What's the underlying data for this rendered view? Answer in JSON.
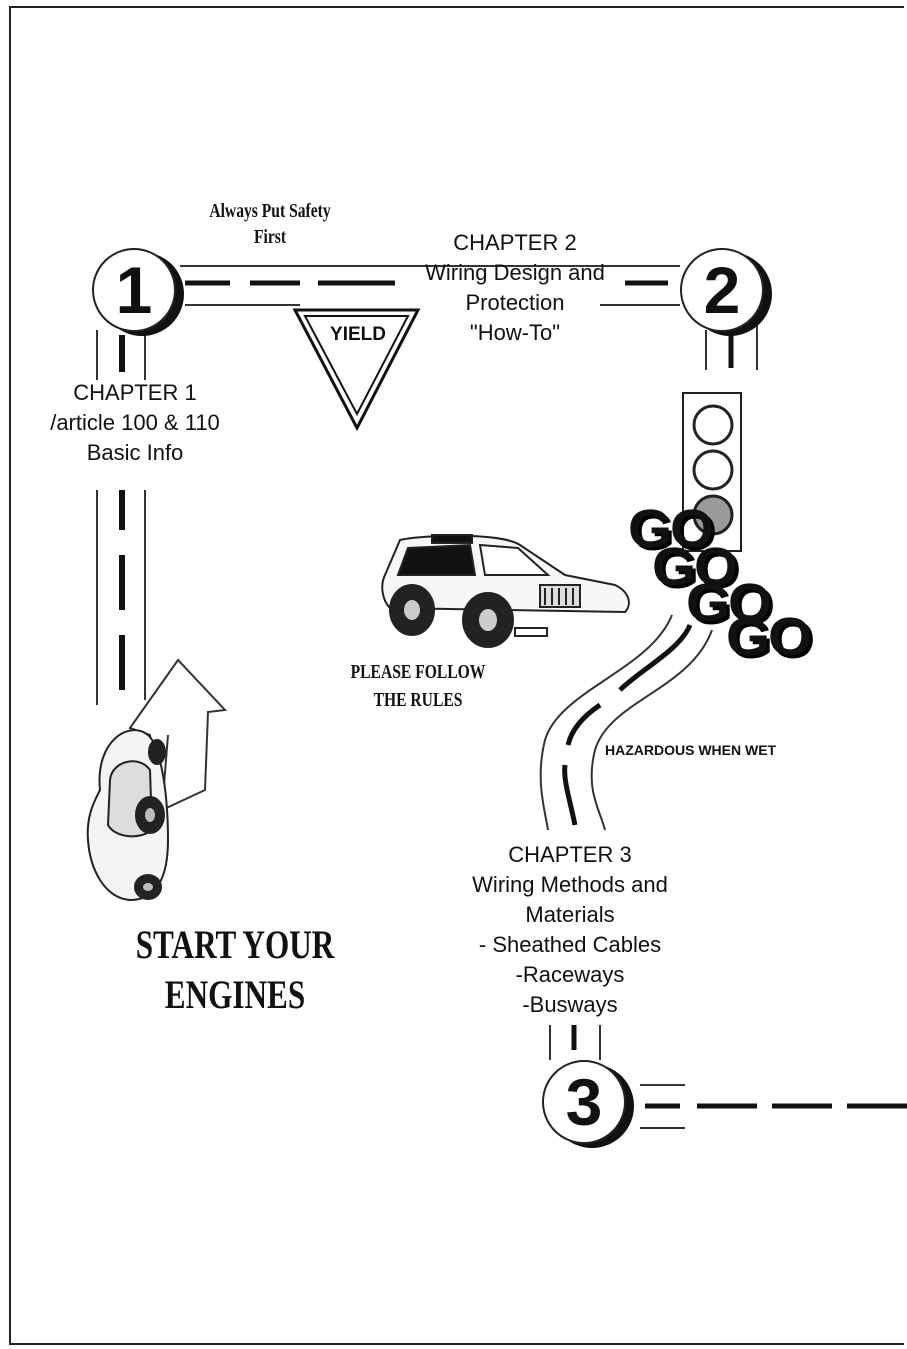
{
  "slogans": {
    "safety": "Always Put Safety First",
    "follow_rules": "PLEASE FOLLOW THE RULES",
    "start_engines": "START YOUR ENGINES",
    "hazard": "HAZARDOUS WHEN WET",
    "yield": "YIELD",
    "go": "GO"
  },
  "stops": [
    {
      "number": "1",
      "lines": [
        "CHAPTER 1",
        "/article 100 & 110",
        "Basic Info"
      ]
    },
    {
      "number": "2",
      "lines": [
        "CHAPTER 2",
        "Wiring Design and",
        "Protection",
        "\"How-To\""
      ]
    },
    {
      "number": "3",
      "lines": [
        "CHAPTER 3",
        "Wiring Methods and",
        "Materials",
        "- Sheathed Cables",
        "-Raceways",
        "-Busways"
      ]
    }
  ],
  "traffic_light": {
    "active_lamp": "bottom",
    "active_color": "#9a9a9a"
  }
}
